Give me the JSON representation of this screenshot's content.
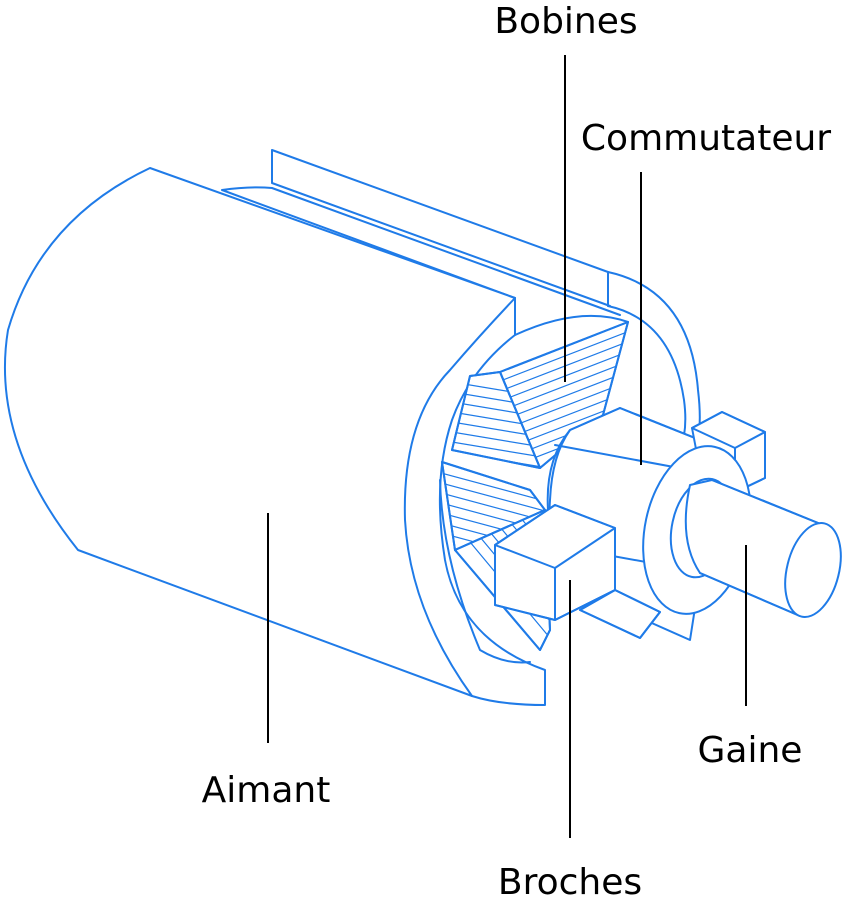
{
  "labels": {
    "bobines": "Bobines",
    "commutateur": "Commutateur",
    "aimant": "Aimant",
    "gaine": "Gaine",
    "broches": "Broches"
  },
  "colors": {
    "drawing": "#1f7be8",
    "text": "#000000",
    "background": "#ffffff"
  }
}
